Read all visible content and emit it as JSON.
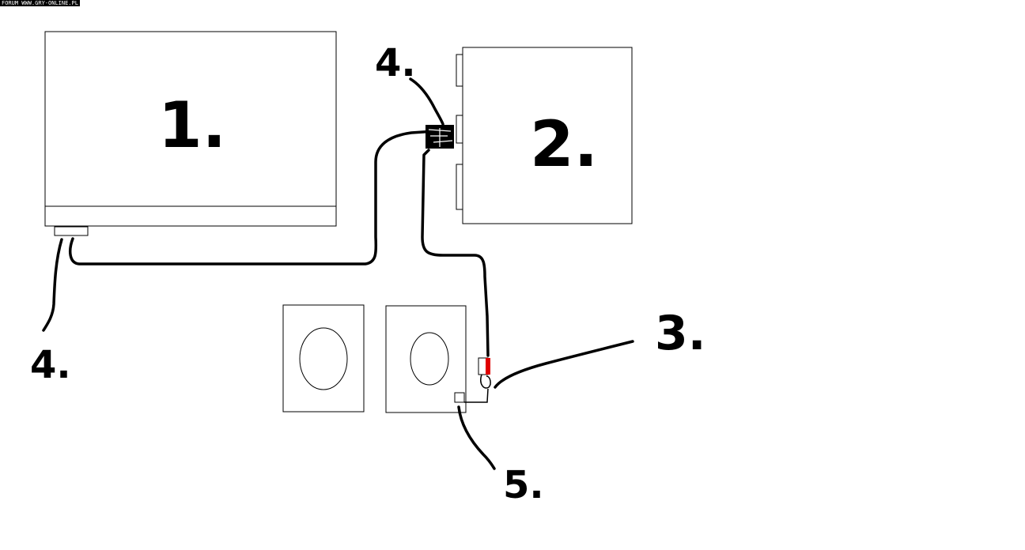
{
  "watermark": "FORUM WWW.GRY-ONLINE.PL",
  "labels": {
    "monitor": "1.",
    "pc": "2.",
    "splitter": "3.",
    "cable_top": "4.",
    "cable_left": "4.",
    "speaker_plug": "5."
  },
  "colors": {
    "stroke": "#000000",
    "background": "#ffffff",
    "plug_accent": "#e00000"
  }
}
